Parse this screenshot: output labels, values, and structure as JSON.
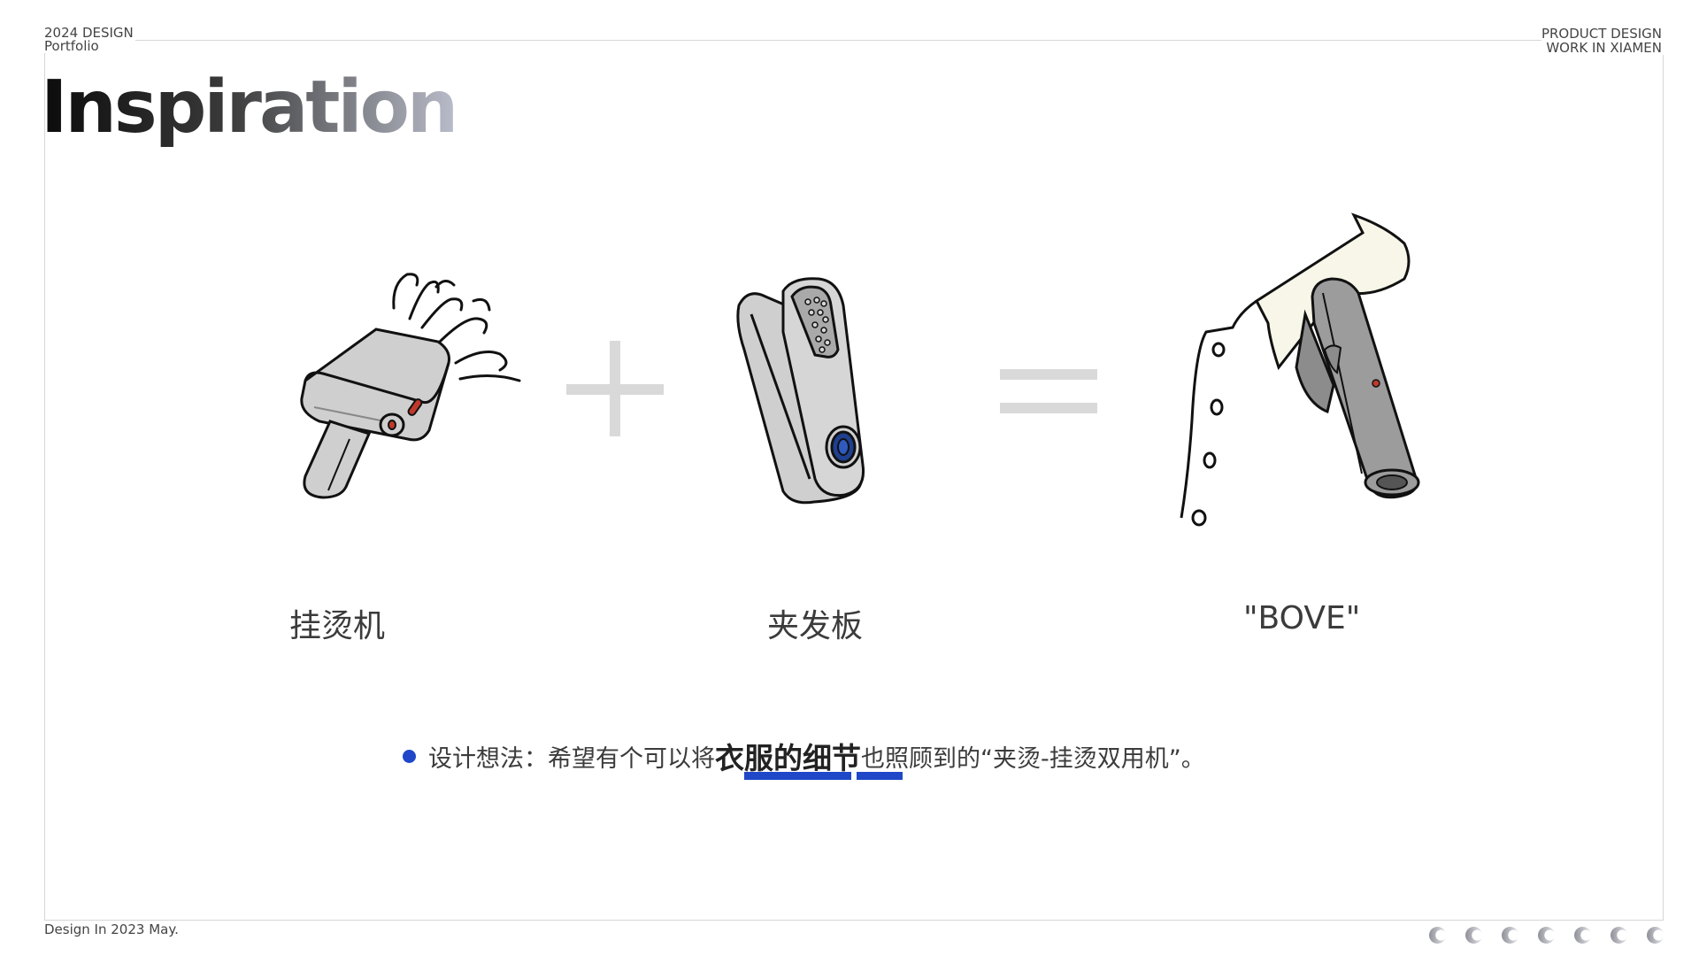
{
  "header": {
    "left_line1": "2024 DESIGN",
    "left_line2": "Portfolio",
    "right_line1": "PRODUCT DESIGN",
    "right_line2": "WORK IN XIAMEN"
  },
  "title": "Inspiration",
  "items": [
    {
      "label": "挂烫机",
      "icon": "garment-steamer-icon"
    },
    {
      "label": "夹发板",
      "icon": "hair-straightener-icon"
    },
    {
      "label": "\"BOVE\"",
      "icon": "bove-product-on-shirt-icon"
    }
  ],
  "operators": {
    "plus": "plus-sign-icon",
    "equals": "equals-sign-icon"
  },
  "note": {
    "prefix": "设计想法：希望有个可以将",
    "highlight": "衣服的细节",
    "suffix": "也照顾到的“夹烫-挂烫双用机”。"
  },
  "footer": "Design In 2023 May.",
  "pager_count": 7,
  "colors": {
    "accent": "#1f47c8",
    "device_gray": "#cfcfcf",
    "shirt_cream": "#f7f6e8"
  }
}
